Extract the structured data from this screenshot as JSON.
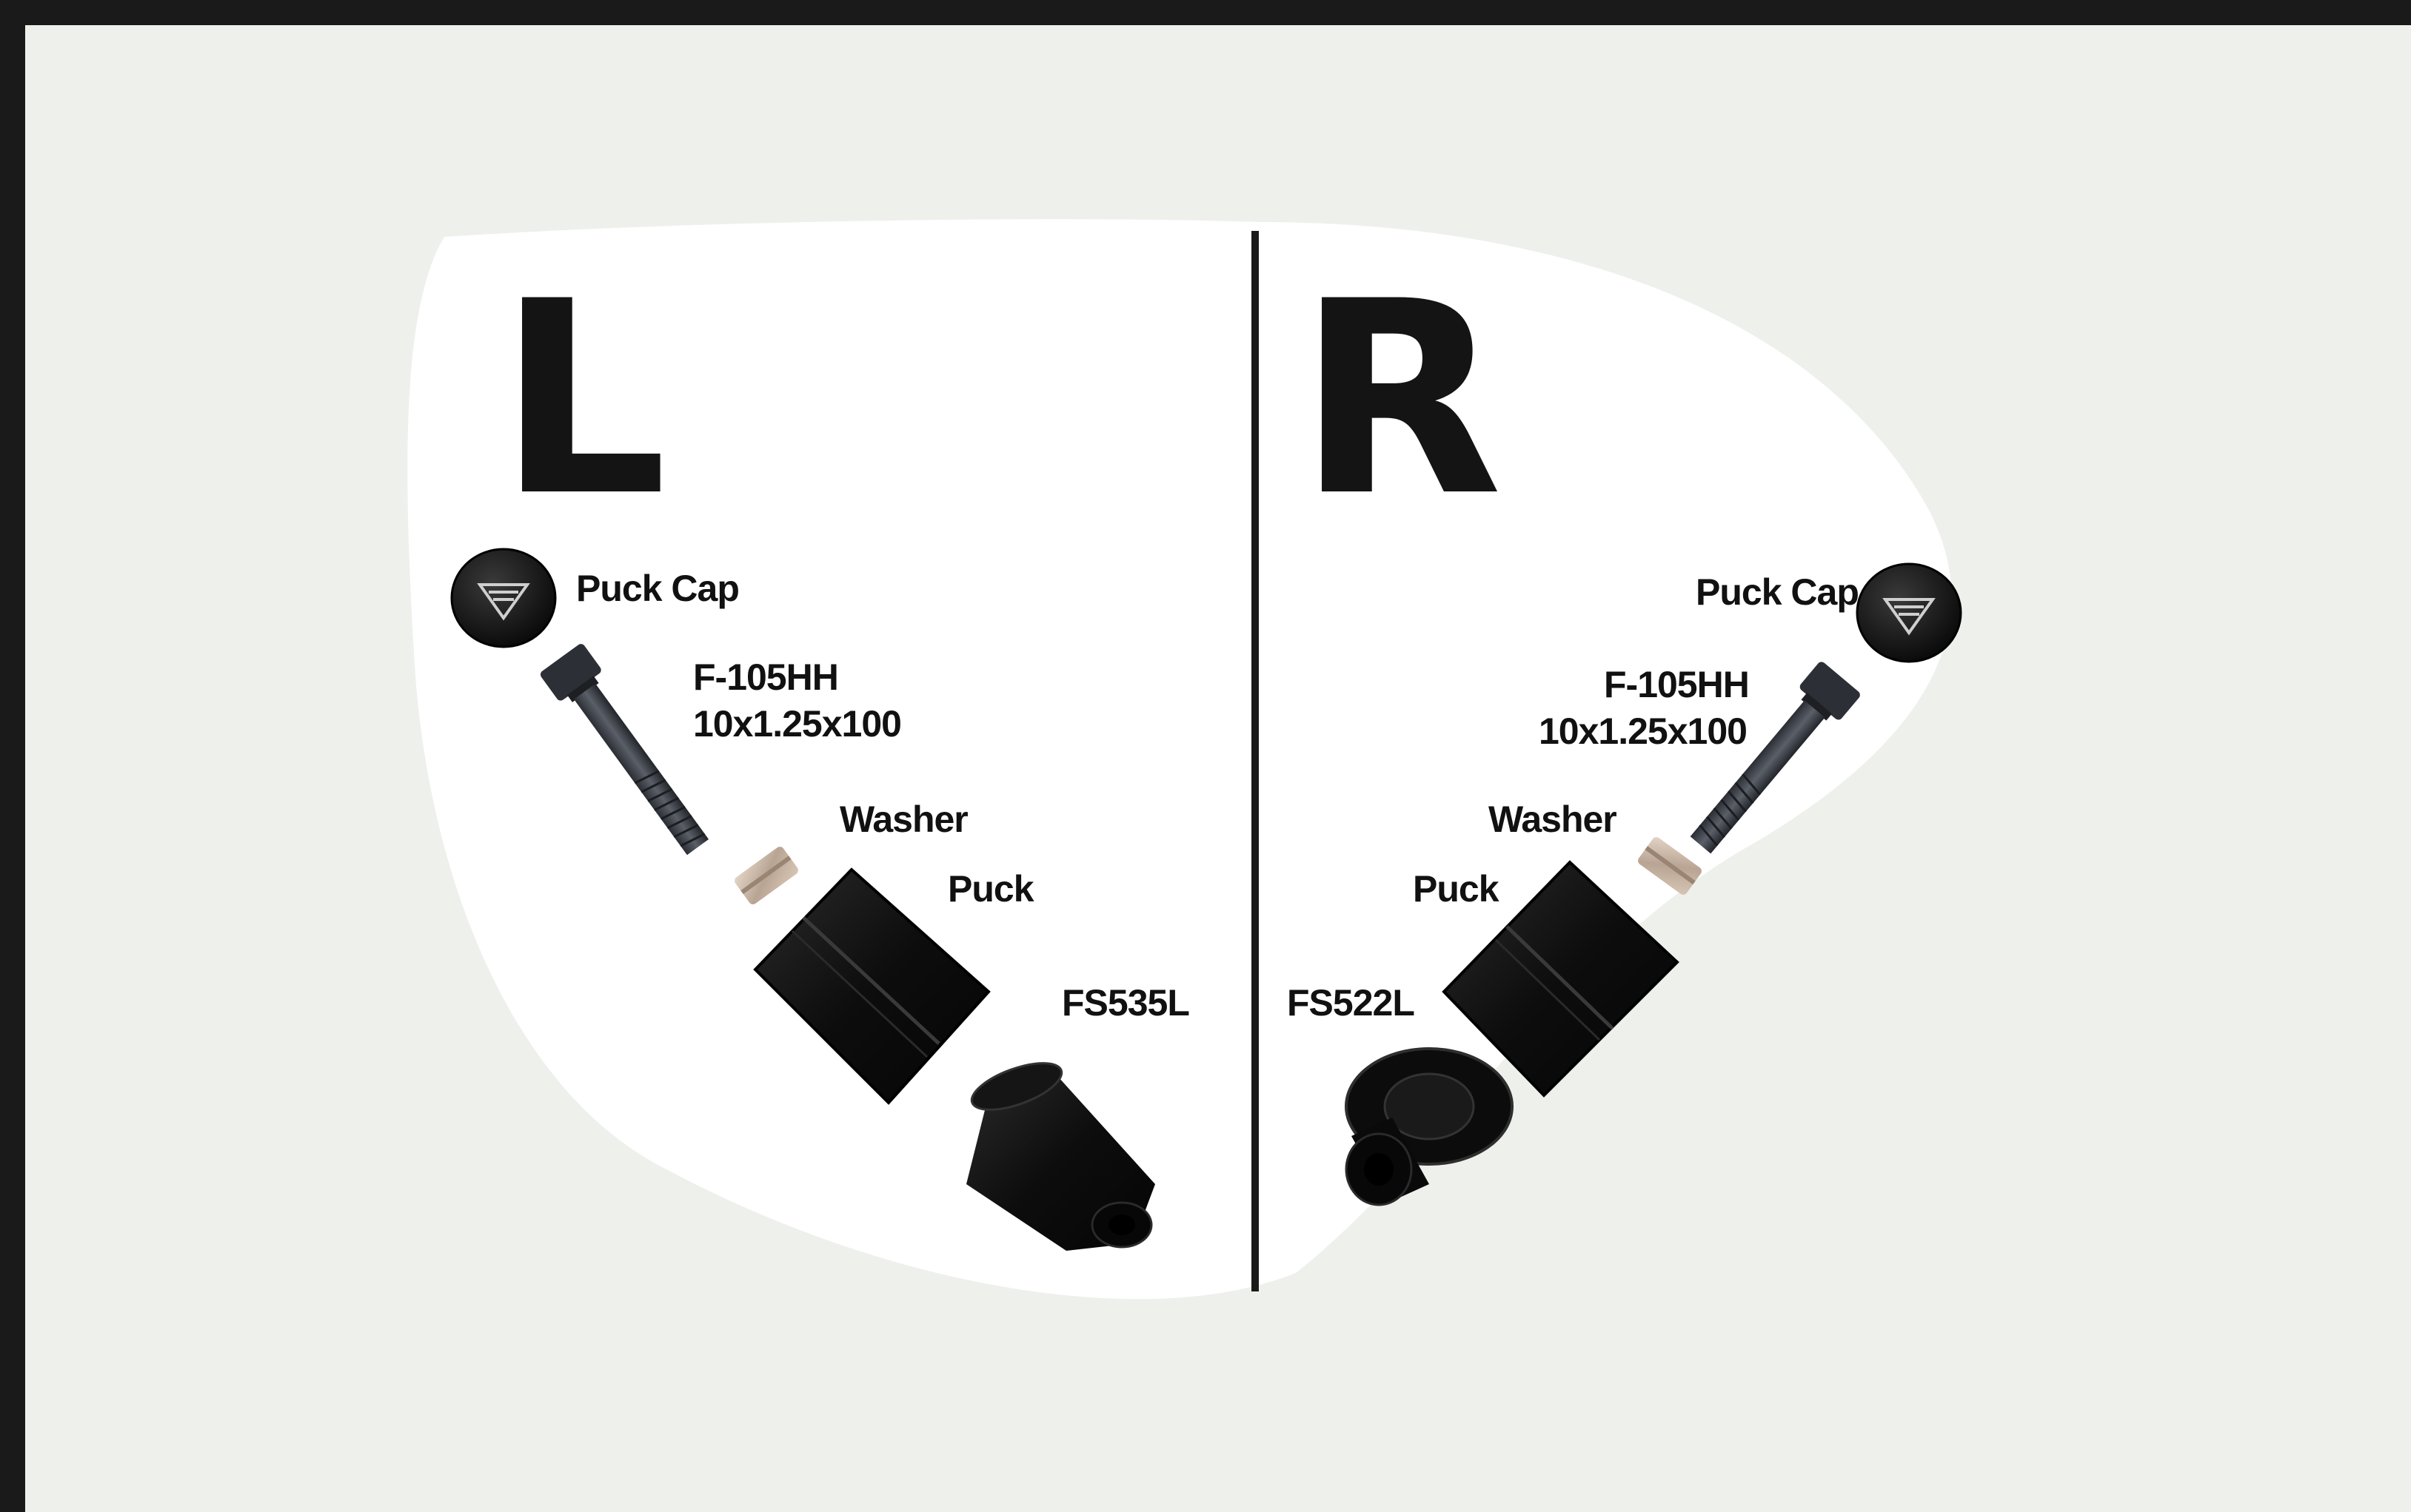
{
  "colors": {
    "background": "#eef0ec",
    "white_area": "#ffffff",
    "parts": "#111111",
    "bolt": "#3a3d44",
    "washer": "#c9b8a8",
    "frame": "#1a1a1a"
  },
  "left": {
    "side_letter": "L",
    "puck_cap": "Puck Cap",
    "bolt_name": "F-105HH",
    "bolt_spec": "10x1.25x100",
    "washer": "Washer",
    "puck": "Puck",
    "adapter": "FS535L"
  },
  "right": {
    "side_letter": "R",
    "puck_cap": "Puck Cap",
    "bolt_name": "F-105HH",
    "bolt_spec": "10x1.25x100",
    "washer": "Washer",
    "puck": "Puck",
    "adapter": "FS522L"
  },
  "icons": [
    "puck-cap-logo-icon"
  ]
}
